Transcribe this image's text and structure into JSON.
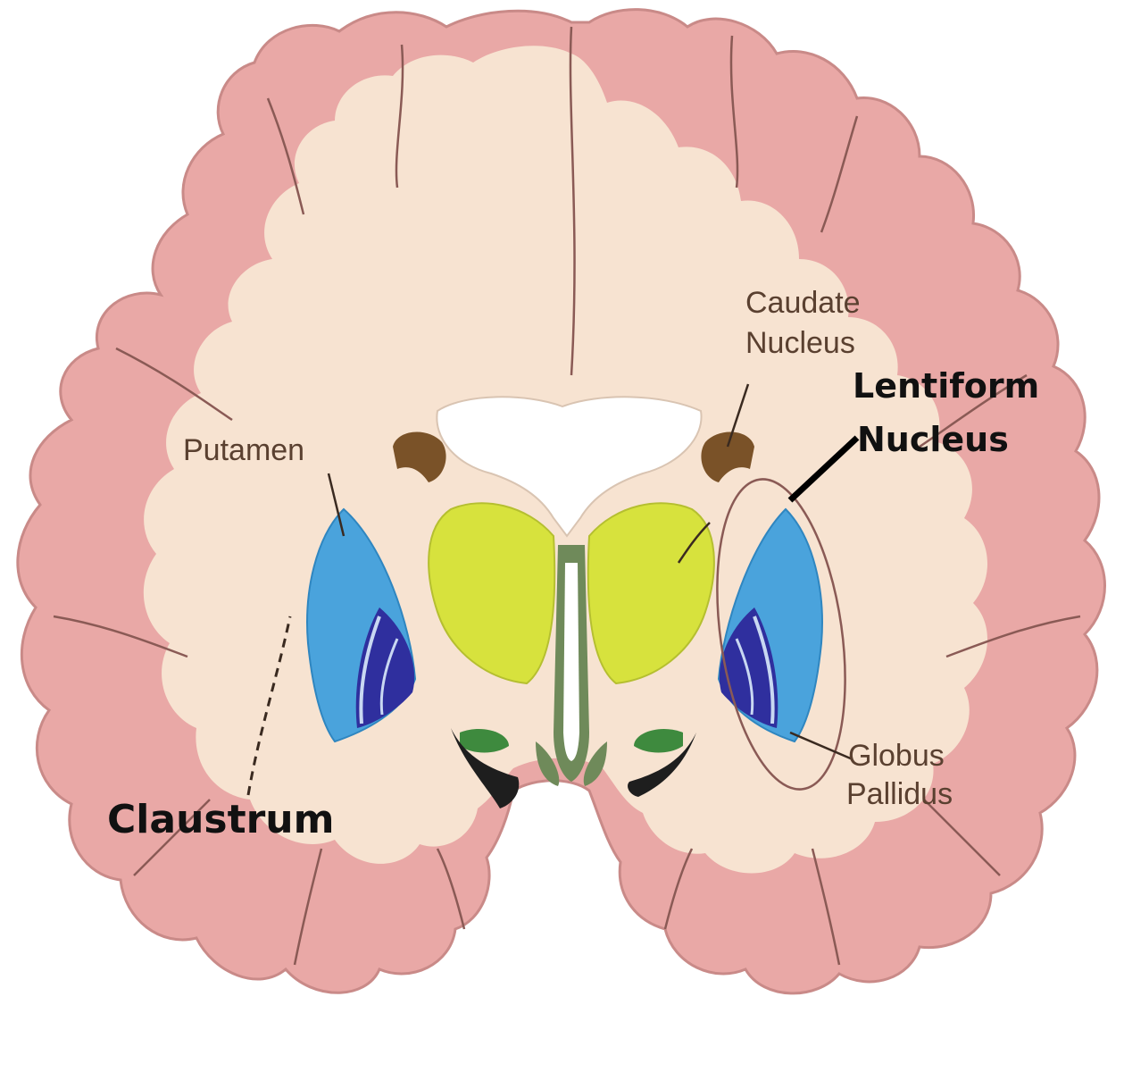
{
  "labels": {
    "caudate_line1": "Caudate",
    "caudate_line2": "Nucleus",
    "lentiform_line1": "Lentiform",
    "lentiform_line2": "Nucleus",
    "putamen": "Putamen",
    "globus_line1": "Globus",
    "globus_line2": "Pallidus",
    "claustrum": "Claustrum"
  },
  "colors": {
    "cortex_outer": "#e9a8a6",
    "white_matter": "#f7e3d1",
    "caudate": "#7a5228",
    "thalamus": "#d7e23d",
    "putamen": "#4aa3dc",
    "globus_pallidus": "#2f2f9e",
    "ventricle": "#ffffff",
    "midline": "#6f8a5a",
    "amygdala": "#3e8a3e"
  }
}
